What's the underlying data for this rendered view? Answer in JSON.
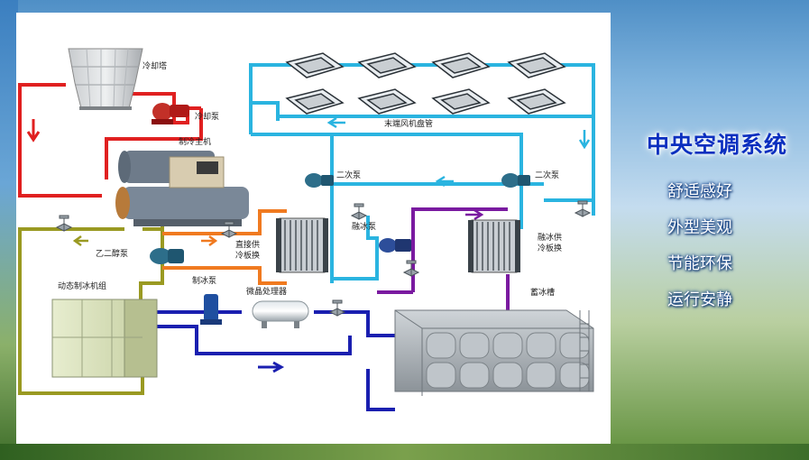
{
  "sidebar": {
    "title": "中央空调系统",
    "features": [
      "舒适感好",
      "外型美观",
      "节能环保",
      "运行安静"
    ]
  },
  "diagram": {
    "labels": {
      "cooling_tower": "冷却塔",
      "cooling_pump": "冷却泵",
      "chiller": "制冷主机",
      "fan_coil": "末端风机盘管",
      "secondary_pump_left": "二次泵",
      "secondary_pump_right": "二次泵",
      "glycol_pump": "乙二醇泵",
      "direct_plate_line1": "直接供",
      "direct_plate_line2": "冷板换",
      "ice_melt_pump": "融冰泵",
      "ice_melt_plate_line1": "融冰供",
      "ice_melt_plate_line2": "冷板换",
      "ice_making_pump": "制冰泵",
      "dynamic_ice_unit": "动态制冰机组",
      "micro_crystal": "微晶处理器",
      "ice_tank": "蓄冰槽"
    },
    "pipe_colors": {
      "cooling_water": "#e02020",
      "chilled_water": "#2ab4e0",
      "glycol": "#9a9a22",
      "orange_loop": "#f07a20",
      "ice_melt": "#7a1aa0",
      "ice_making": "#1a1fb0"
    }
  }
}
